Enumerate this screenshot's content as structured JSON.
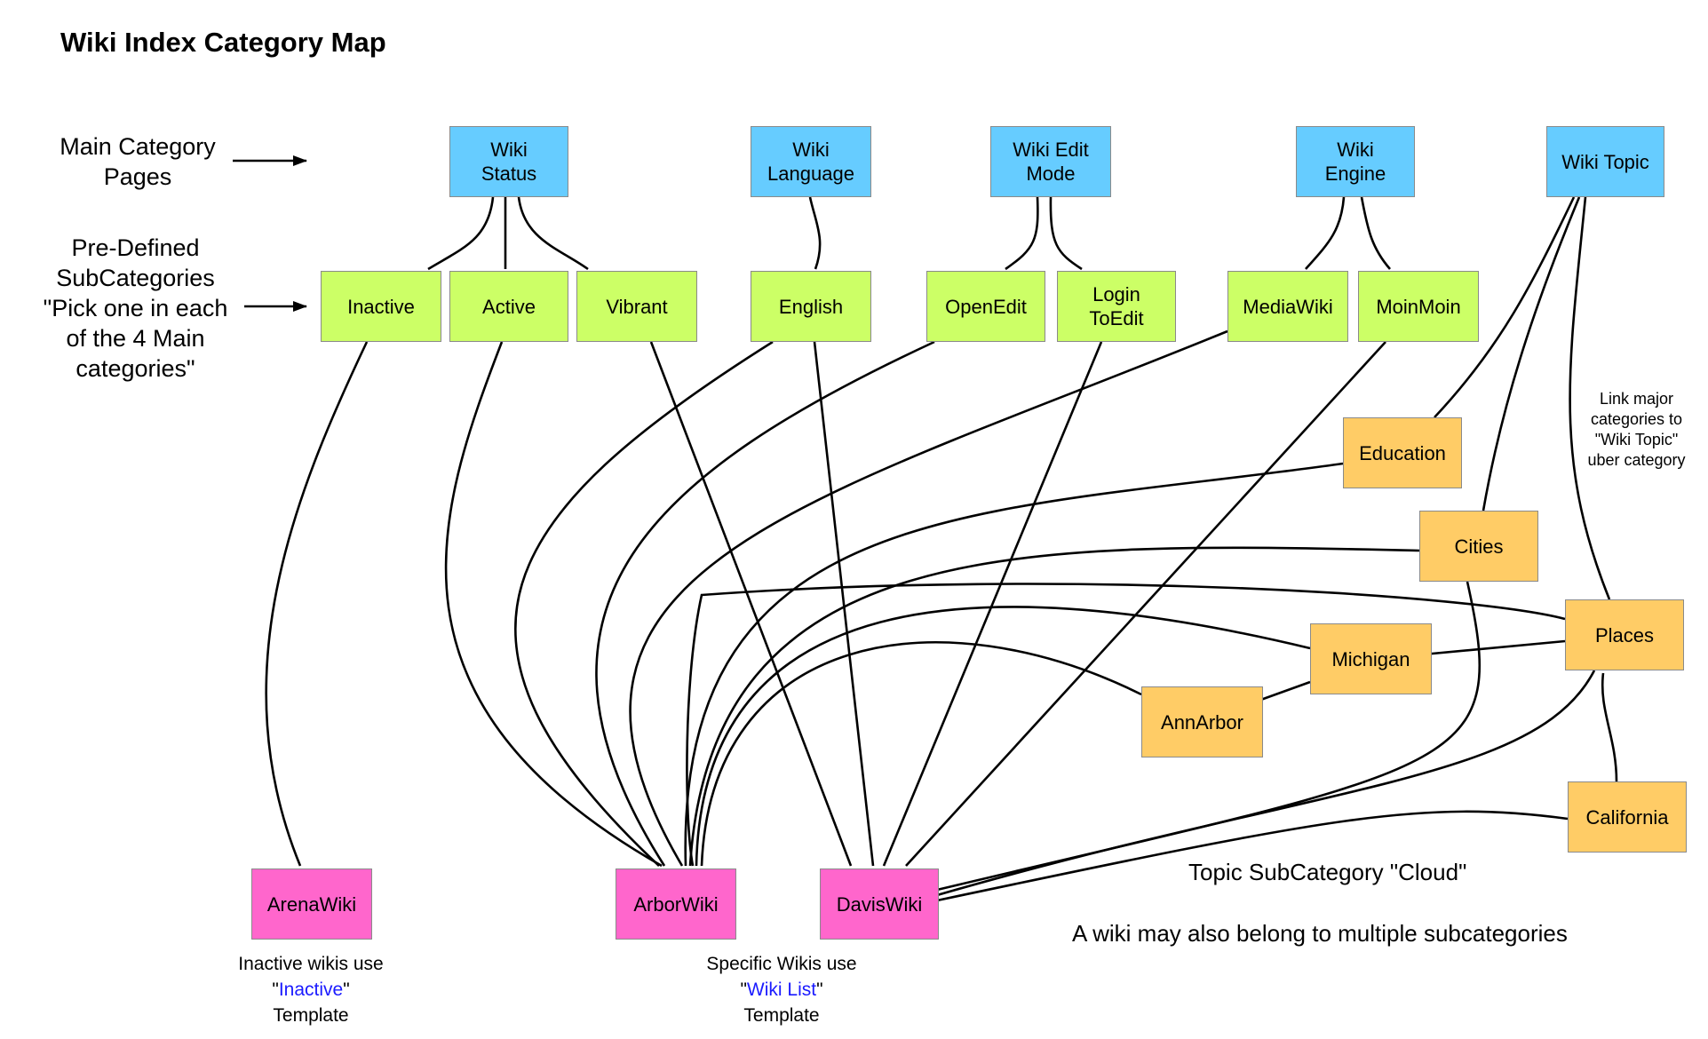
{
  "title": "Wiki Index Category Map",
  "labels": {
    "main_category_pages": [
      "Main Category",
      "Pages"
    ],
    "predefined": [
      "Pre-Defined",
      "SubCategories",
      "\"Pick one in each",
      "of the 4 Main",
      "categories\""
    ]
  },
  "colors": {
    "main": "#66ccff",
    "subcategory": "#ccff66",
    "topic": "#ffcc66",
    "wiki": "#ff66cc",
    "link": "#1a1aff"
  },
  "nodes": {
    "wiki_status": [
      "Wiki",
      "Status"
    ],
    "wiki_language": [
      "Wiki",
      "Language"
    ],
    "wiki_edit_mode": [
      "Wiki Edit",
      "Mode"
    ],
    "wiki_engine": [
      "Wiki",
      "Engine"
    ],
    "wiki_topic": "Wiki Topic",
    "inactive": "Inactive",
    "active": "Active",
    "vibrant": "Vibrant",
    "english": "English",
    "openedit": "OpenEdit",
    "login_toedit": [
      "Login",
      "ToEdit"
    ],
    "mediawiki": "MediaWiki",
    "moinmoin": "MoinMoin",
    "education": "Education",
    "cities": "Cities",
    "places": "Places",
    "michigan": "Michigan",
    "annarbor": "AnnArbor",
    "california": "California",
    "arenawiki": "ArenaWiki",
    "arborwiki": "ArborWiki",
    "daviswiki": "DavisWiki"
  },
  "captions": {
    "inactive_caption": {
      "line1": "Inactive wikis use",
      "q1": "\"",
      "link": "Inactive",
      "q2": "\"",
      "line3": "Template"
    },
    "specific_caption": {
      "line1": "Specific Wikis use",
      "q1": "\"",
      "link": "Wiki List",
      "q2": "\"",
      "line3": "Template"
    }
  },
  "notes": {
    "link_major": [
      "Link major",
      "categories to",
      "\"Wiki Topic\"",
      "uber category"
    ],
    "topic_cloud": "Topic SubCategory \"Cloud\"",
    "multiple": "A wiki may also belong to multiple subcategories"
  }
}
